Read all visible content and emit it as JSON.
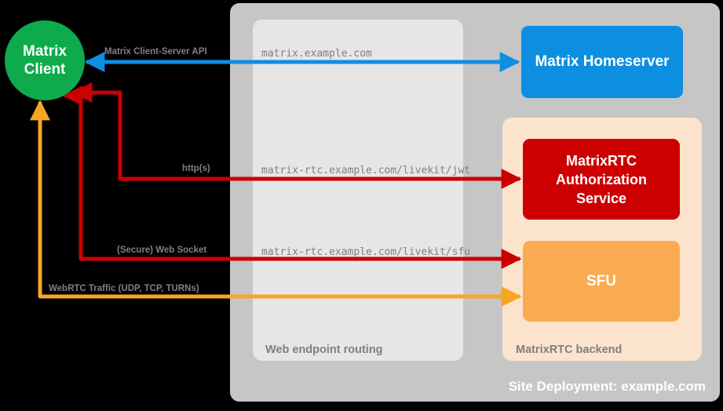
{
  "diagram": {
    "title": "Site Deployment: example.com",
    "background": "#000000",
    "nodes": {
      "matrix_client": {
        "label": "Matrix\nClient",
        "line1": "Matrix",
        "line2": "Client",
        "color": "#0DAB4C",
        "shape": "circle"
      },
      "matrix_homeserver": {
        "label": "Matrix Homeserver",
        "color": "#0D8FE1",
        "shape": "rounded-rect"
      },
      "matrixrtc_auth": {
        "line1": "MatrixRTC",
        "line2": "Authorization",
        "line3": "Service",
        "color": "#CC0000",
        "shape": "rounded-rect"
      },
      "sfu": {
        "label": "SFU",
        "color": "#FAAB52",
        "shape": "rounded-rect"
      }
    },
    "panels": {
      "site_deployment": {
        "label": "Site Deployment: example.com",
        "color": "#C6C6C6"
      },
      "web_endpoint_routing": {
        "label": "Web endpoint routing",
        "color": "#E6E6E6"
      },
      "matrixrtc_backend": {
        "label": "MatrixRTC backend",
        "color": "#FCE4CC"
      }
    },
    "endpoints": [
      {
        "name": "matrix-homeserver-endpoint",
        "text": "matrix.example.com"
      },
      {
        "name": "livekit-jwt-endpoint",
        "text": "matrix-rtc.example.com/livekit/jwt"
      },
      {
        "name": "livekit-sfu-endpoint",
        "text": "matrix-rtc.example.com/livekit/sfu"
      }
    ],
    "edges": [
      {
        "name": "matrix-client-server-api",
        "label": "Matrix Client-Server API",
        "color": "#0D8FE1",
        "direction": "bidirectional"
      },
      {
        "name": "http-s",
        "label": "http(s)",
        "color": "#CC0000",
        "direction": "bidirectional"
      },
      {
        "name": "secure-web-socket",
        "label": "(Secure) Web Socket",
        "color": "#CC0000",
        "direction": "bidirectional"
      },
      {
        "name": "webrtc-traffic",
        "label": "WebRTC Traffic (UDP, TCP, TURNs)",
        "color": "#F5A githubA"
      }
    ],
    "edge_labels": {
      "cs_api": "Matrix Client-Server API",
      "https": "http(s)",
      "websocket": "(Secure) Web Socket",
      "webrtc": "WebRTC Traffic (UDP, TCP, TURNs)"
    },
    "colors": {
      "green": "#0DAB4C",
      "blue": "#0D8FE1",
      "red": "#CC0000",
      "orange": "#FAAB52",
      "orange_line": "#F5A623",
      "gray_panel": "#C6C6C6",
      "light_panel": "#E6E6E6",
      "peach_panel": "#FCE4CC",
      "label_gray": "#808080"
    }
  }
}
